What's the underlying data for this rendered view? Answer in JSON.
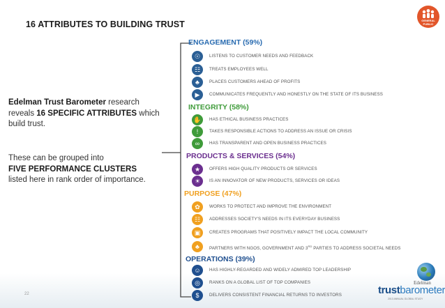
{
  "slide": {
    "title": "16 ATTRIBUTES TO BUILDING TRUST",
    "page_number": "22",
    "logo_badge_text": "GENERAL PUBLIC"
  },
  "left": {
    "intro_strong": "Edelman Trust Barometer",
    "intro_rest_1": " research reveals ",
    "intro_highlight": "16 SPECIFIC ATTRIBUTES",
    "intro_rest_2": " which build trust.",
    "grouped_line_1": "These can be grouped into",
    "grouped_highlight": "FIVE PERFORMANCE CLUSTERS",
    "grouped_line_2": "listed here in rank order of importance."
  },
  "colors": {
    "engagement": "#2a6cb1",
    "integrity": "#3f9b3a",
    "products": "#6b2f8f",
    "purpose": "#f0a020",
    "operations": "#1f4f8f"
  },
  "clusters": [
    {
      "id": "engagement",
      "title": "ENGAGEMENT (59%)",
      "items": [
        {
          "label": "LISTENS TO CUSTOMER NEEDS AND FEEDBACK",
          "icon": "ear-icon"
        },
        {
          "label": "TREATS EMPLOYEES WELL",
          "icon": "people-icon"
        },
        {
          "label": "PLACES CUSTOMERS AHEAD OF PROFITS",
          "icon": "handshake-icon"
        },
        {
          "label": "COMMUNICATES FREQUENTLY AND HONESTLY ON THE STATE OF ITS BUSINESS",
          "icon": "megaphone-icon"
        }
      ]
    },
    {
      "id": "integrity",
      "title": "INTEGRITY (58%)",
      "items": [
        {
          "label": "HAS ETHICAL BUSINESS PRACTICES",
          "icon": "thumbs-up-icon"
        },
        {
          "label": "TAKES RESPONSIBLE ACTIONS TO ADDRESS AN ISSUE OR CRISIS",
          "icon": "exclamation-icon"
        },
        {
          "label": "HAS TRANSPARENT AND OPEN BUSINESS PRACTICES",
          "icon": "glasses-icon"
        }
      ]
    },
    {
      "id": "products",
      "title": "PRODUCTS & SERVICES (54%)",
      "items": [
        {
          "label": "OFFERS HIGH QUALITY PRODUCTS OR SERVICES",
          "icon": "star-icon"
        },
        {
          "label": "IS AN INNOVATOR OF NEW PRODUCTS, SERVICES OR IDEAS",
          "icon": "lightbulb-icon"
        }
      ]
    },
    {
      "id": "purpose",
      "title": "PURPOSE (47%)",
      "items": [
        {
          "label": "WORKS TO PROTECT AND IMPROVE THE ENVIRONMENT",
          "icon": "leaf-icon"
        },
        {
          "label": "ADDRESSES SOCIETY'S NEEDS IN ITS EVERYDAY BUSINESS",
          "icon": "community-icon"
        },
        {
          "label": "CREATES PROGRAMS THAT POSITIVELY IMPACT THE LOCAL COMMUNITY",
          "icon": "building-icon"
        },
        {
          "label": "PARTNERS WITH NGOs, GOVERNMENT AND 3",
          "sup": "RD",
          "label_tail": " PARTIES TO ADDRESS SOCIETAL NEEDS",
          "icon": "partners-icon"
        }
      ]
    },
    {
      "id": "operations",
      "title": "OPERATIONS (39%)",
      "items": [
        {
          "label": "HAS HIGHLY-REGARDED AND WIDELY ADMIRED TOP LEADERSHIP",
          "icon": "leader-icon"
        },
        {
          "label": "RANKS ON A GLOBAL LIST OF TOP COMPANIES",
          "icon": "globe-list-icon"
        },
        {
          "label": "DELIVERS CONSISTENT FINANCIAL RETURNS TO INVESTORS",
          "icon": "money-icon"
        }
      ]
    }
  ],
  "brand": {
    "edelman": "Edelman",
    "trust": "trust",
    "barometer": "barometer",
    "tagline": "2013 ANNUAL GLOBAL STUDY"
  }
}
